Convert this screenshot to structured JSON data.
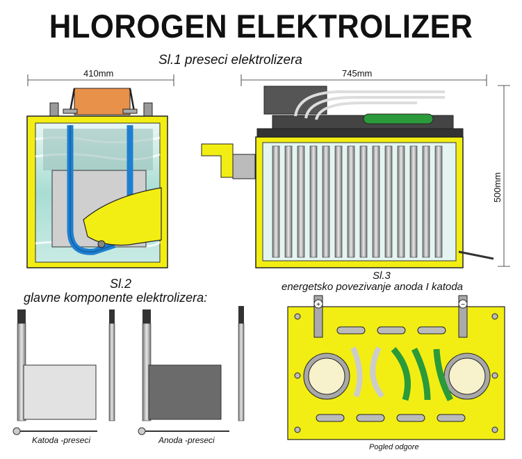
{
  "title": "HLOROGEN ELEKTROLIZER",
  "fig1_caption": "Sl.1 preseci elektrolizera",
  "fig2_label": "Sl.2",
  "fig2_caption": "glavne komponente elektrolizera:",
  "fig3_label": "Sl.3",
  "fig3_caption": "energetsko povezivanje anoda I katoda",
  "dims": {
    "width_side": "410mm",
    "width_front": "745mm",
    "height": "500mm"
  },
  "component_labels": {
    "cathode": "Katoda -preseci",
    "anode": "Anoda -preseci"
  },
  "top_view_label": "Pogled odgore",
  "polarity": {
    "plus": "+",
    "minus": "−"
  },
  "colors": {
    "housing_yellow": "#f2ee14",
    "water": "#bfe6de",
    "tube_blue": "#1e7fd0",
    "lid_orange": "#e8914a",
    "green_link": "#2a9a3a"
  }
}
